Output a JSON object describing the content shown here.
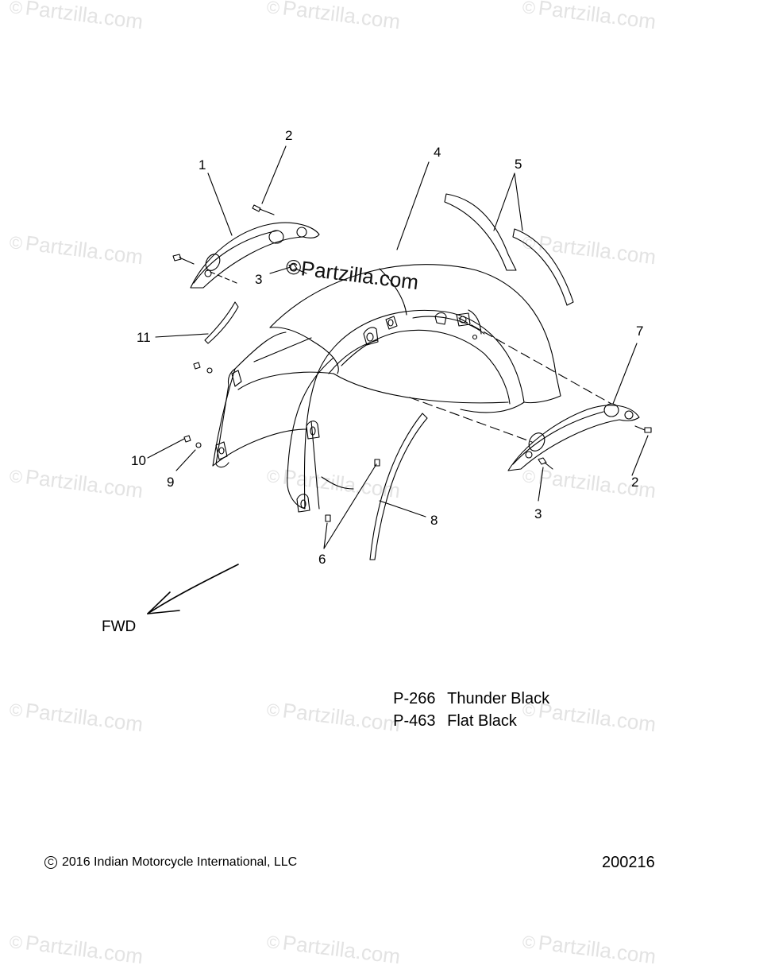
{
  "watermark": {
    "text": "Partzilla.com",
    "center_text": "Partzilla.com",
    "symbol": "©"
  },
  "callouts": {
    "c1": "1",
    "c2a": "2",
    "c2b": "2",
    "c3a": "3",
    "c3b": "3",
    "c4": "4",
    "c5": "5",
    "c6": "6",
    "c7": "7",
    "c8": "8",
    "c9": "9",
    "c10": "10",
    "c11": "11"
  },
  "direction": {
    "label": "FWD"
  },
  "paint_codes": [
    {
      "code": "P-266",
      "name": "Thunder Black"
    },
    {
      "code": "P-463",
      "name": "Flat Black"
    }
  ],
  "footer": {
    "copyright_symbol": "C",
    "copyright": "2016 Indian Motorcycle International, LLC",
    "drawing_number": "200216"
  }
}
